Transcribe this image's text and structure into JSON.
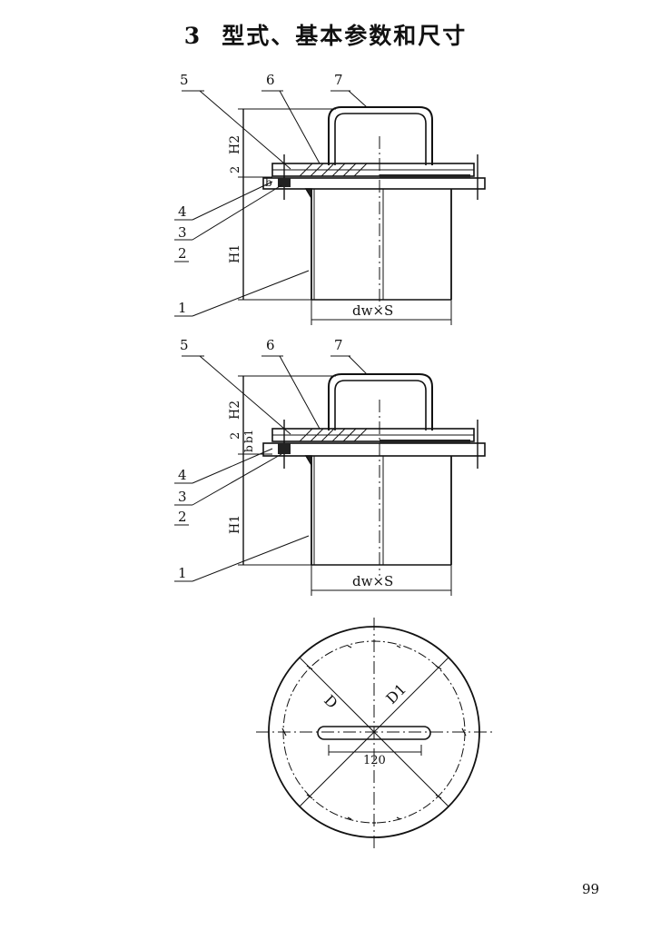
{
  "title": {
    "number": "3",
    "text": "型式、基本参数和尺寸"
  },
  "elevation_view_1": {
    "callouts": [
      "5",
      "6",
      "7",
      "4",
      "3",
      "2",
      "1"
    ],
    "dims": {
      "h2": "H2",
      "h1": "H1",
      "two": "2",
      "b": "b",
      "dw_s": "dw×S"
    }
  },
  "elevation_view_2": {
    "callouts": [
      "5",
      "6",
      "7",
      "4",
      "3",
      "2",
      "1"
    ],
    "dims": {
      "h2": "H2",
      "h1": "H1",
      "two": "2",
      "b": "b",
      "b1": "b1",
      "dw_s": "dw×S"
    }
  },
  "plan_view": {
    "D": "D",
    "D1": "D1",
    "slot_width": "120"
  },
  "page_number": "99"
}
